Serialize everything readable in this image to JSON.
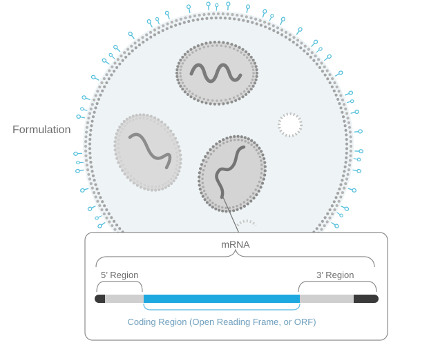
{
  "diagram": {
    "labels": {
      "formulation": "Formulation",
      "mrna": "mRNA",
      "five_prime": "5’ Region",
      "three_prime": "3’ Region",
      "coding_region": "Coding Region (Open Reading Frame, or ORF)"
    },
    "icons": {
      "surface_ligand": "peg-ligand-icon",
      "rna_strand": "mrna-strand-icon"
    },
    "colors": {
      "particle_fill": "#e7f1f3",
      "membrane_dots": "#a8a8a8",
      "ligand": "#57c0dc",
      "coding_region": "#1ea8e0",
      "caps": "#3a3a3a",
      "utr_gray": "#cfcfcf",
      "callout_border": "#8c8c8c",
      "label_text": "#6d6d6d",
      "coding_label_text": "#6f9fbd"
    }
  }
}
